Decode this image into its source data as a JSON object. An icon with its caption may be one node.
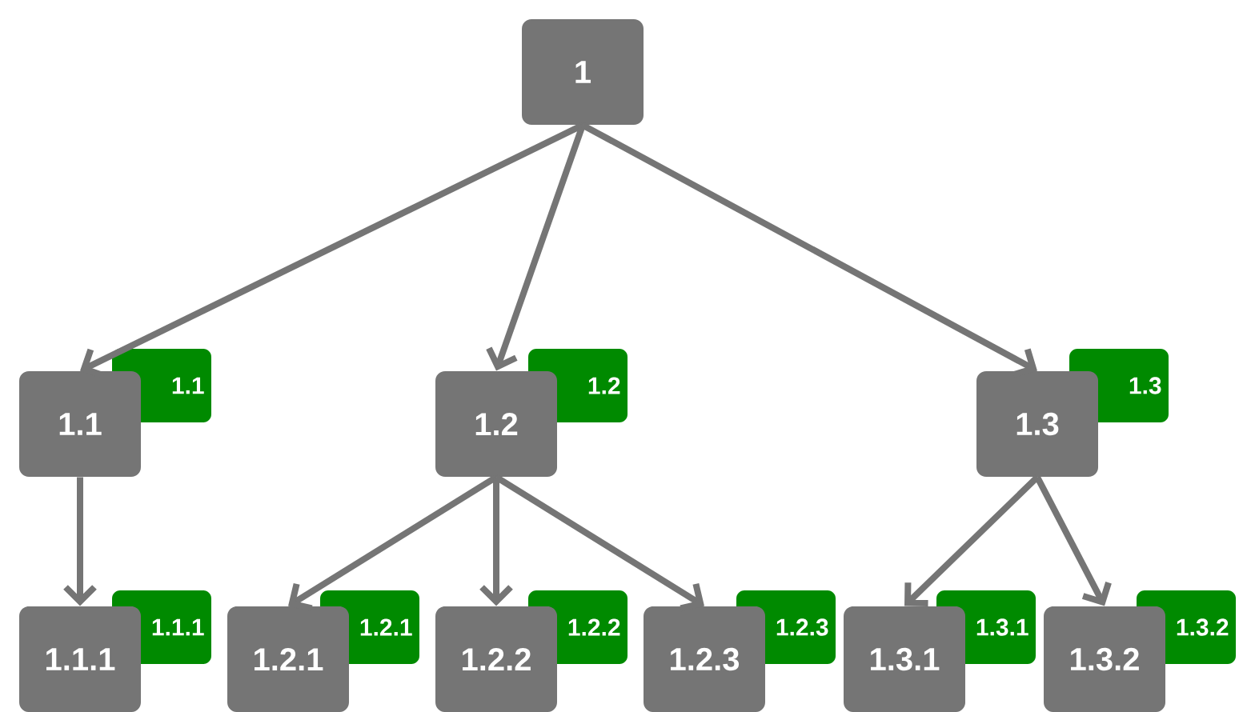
{
  "diagram": {
    "nodes": [
      {
        "text": [
          "1"
        ]
      },
      {
        "text": [
          "1.1"
        ]
      },
      {
        "text": [
          "1.1"
        ]
      },
      {
        "text": [
          "1.2"
        ]
      },
      {
        "text": [
          "1.2"
        ]
      },
      {
        "text": [
          "1.3"
        ]
      },
      {
        "text": [
          "1.3"
        ]
      },
      {
        "text": [
          "1.1.1"
        ]
      },
      {
        "text": [
          "1.1.1"
        ]
      },
      {
        "text": [
          "1.2.1"
        ]
      },
      {
        "text": [
          "1.2.1"
        ]
      },
      {
        "text": [
          "1.2.2"
        ]
      },
      {
        "text": [
          "1.2.2"
        ]
      },
      {
        "text": [
          "1.2.3"
        ]
      },
      {
        "text": [
          "1.2.3"
        ]
      },
      {
        "text": [
          "1.3.1"
        ]
      },
      {
        "text": [
          "1.3.1"
        ]
      },
      {
        "text": [
          "1.3.2"
        ]
      },
      {
        "text": [
          "1.3.2"
        ]
      }
    ],
    "edges": [
      {
        "from": 0,
        "to": 1,
        "arrow": "to"
      },
      {
        "from": 0,
        "to": 3,
        "arrow": "to"
      },
      {
        "from": 0,
        "to": 5,
        "arrow": "to"
      },
      {
        "from": 1,
        "to": 7,
        "arrow": "to"
      },
      {
        "from": 3,
        "to": 9,
        "arrow": "to"
      },
      {
        "from": 3,
        "to": 11,
        "arrow": "to"
      },
      {
        "from": 3,
        "to": 13,
        "arrow": "to"
      },
      {
        "from": 5,
        "to": 15,
        "arrow": "to"
      },
      {
        "from": 5,
        "to": 17,
        "arrow": "to"
      }
    ]
  }
}
